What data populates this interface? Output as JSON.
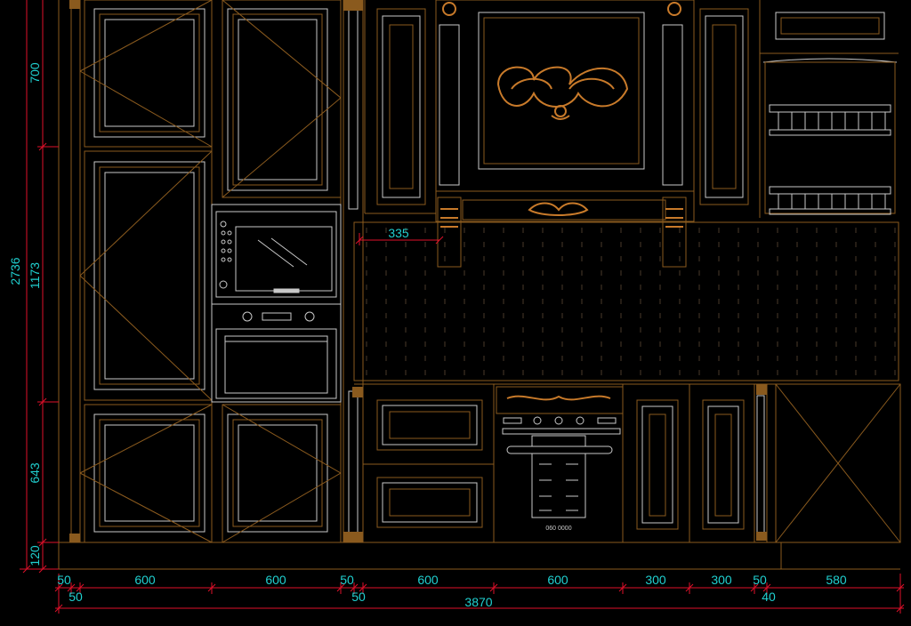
{
  "drawing": {
    "colors": {
      "background": "#000000",
      "outline": "#c8c8c8",
      "cabinet": "#8a5a1e",
      "carving": "#c87a2a",
      "dimension_line": "#e0102a",
      "dimension_text": "#20d0d0"
    },
    "vertical_dims": {
      "total": "2736",
      "upper": "700",
      "middle": "1173",
      "lower": "643",
      "plinth": "120"
    },
    "horizontal_dims": {
      "row1": [
        "50",
        "600",
        "600",
        "50",
        "600",
        "600",
        "300",
        "300",
        "50",
        "580"
      ],
      "row2": [
        "50",
        "50",
        "40"
      ],
      "total": "3870"
    },
    "inner_dim": "335",
    "stove_label": "060 0000"
  }
}
